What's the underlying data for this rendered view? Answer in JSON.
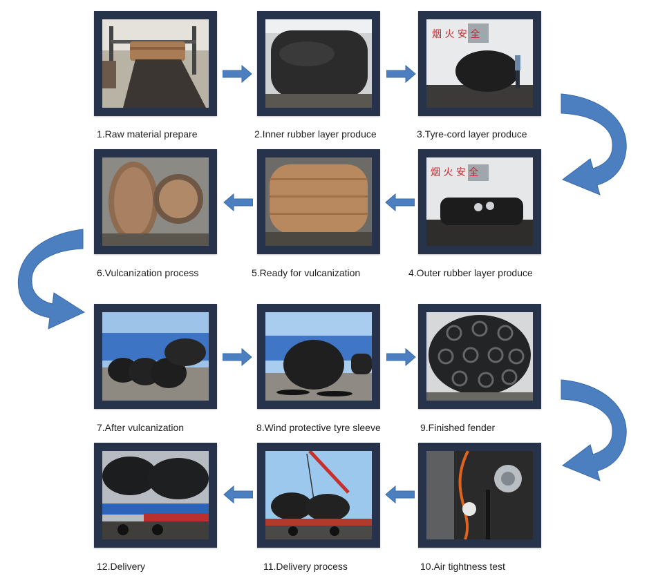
{
  "steps": [
    {
      "id": 1,
      "label": "1.Raw material prepare",
      "scene": "raw-material"
    },
    {
      "id": 2,
      "label": "2.Inner rubber layer produce",
      "scene": "inner-rubber"
    },
    {
      "id": 3,
      "label": "3.Tyre-cord layer produce",
      "scene": "tyre-cord"
    },
    {
      "id": 4,
      "label": "4.Outer rubber layer produce",
      "scene": "outer-rubber"
    },
    {
      "id": 5,
      "label": "5.Ready for vulcanization",
      "scene": "ready-vulcanization"
    },
    {
      "id": 6,
      "label": "6.Vulcanization process",
      "scene": "vulcanization"
    },
    {
      "id": 7,
      "label": "7.After vulcanization",
      "scene": "after-vulcanization"
    },
    {
      "id": 8,
      "label": "8.Wind protective tyre sleeve",
      "scene": "tyre-sleeve"
    },
    {
      "id": 9,
      "label": "9.Finished fender",
      "scene": "finished-fender"
    },
    {
      "id": 10,
      "label": "10.Air tightness test",
      "scene": "air-test"
    },
    {
      "id": 11,
      "label": "11.Delivery process",
      "scene": "delivery-process"
    },
    {
      "id": 12,
      "label": "12.Delivery",
      "scene": "delivery"
    }
  ],
  "sign_text": {
    "step3": "烟 火 安 全",
    "step4": "烟 火 安 全"
  },
  "colors": {
    "arrow_fill": "#4c7fc0",
    "arrow_stroke": "#3a6aa8",
    "frame": "#27324b",
    "caption": "#1f1f1f",
    "sign_red": "#c8272d"
  }
}
